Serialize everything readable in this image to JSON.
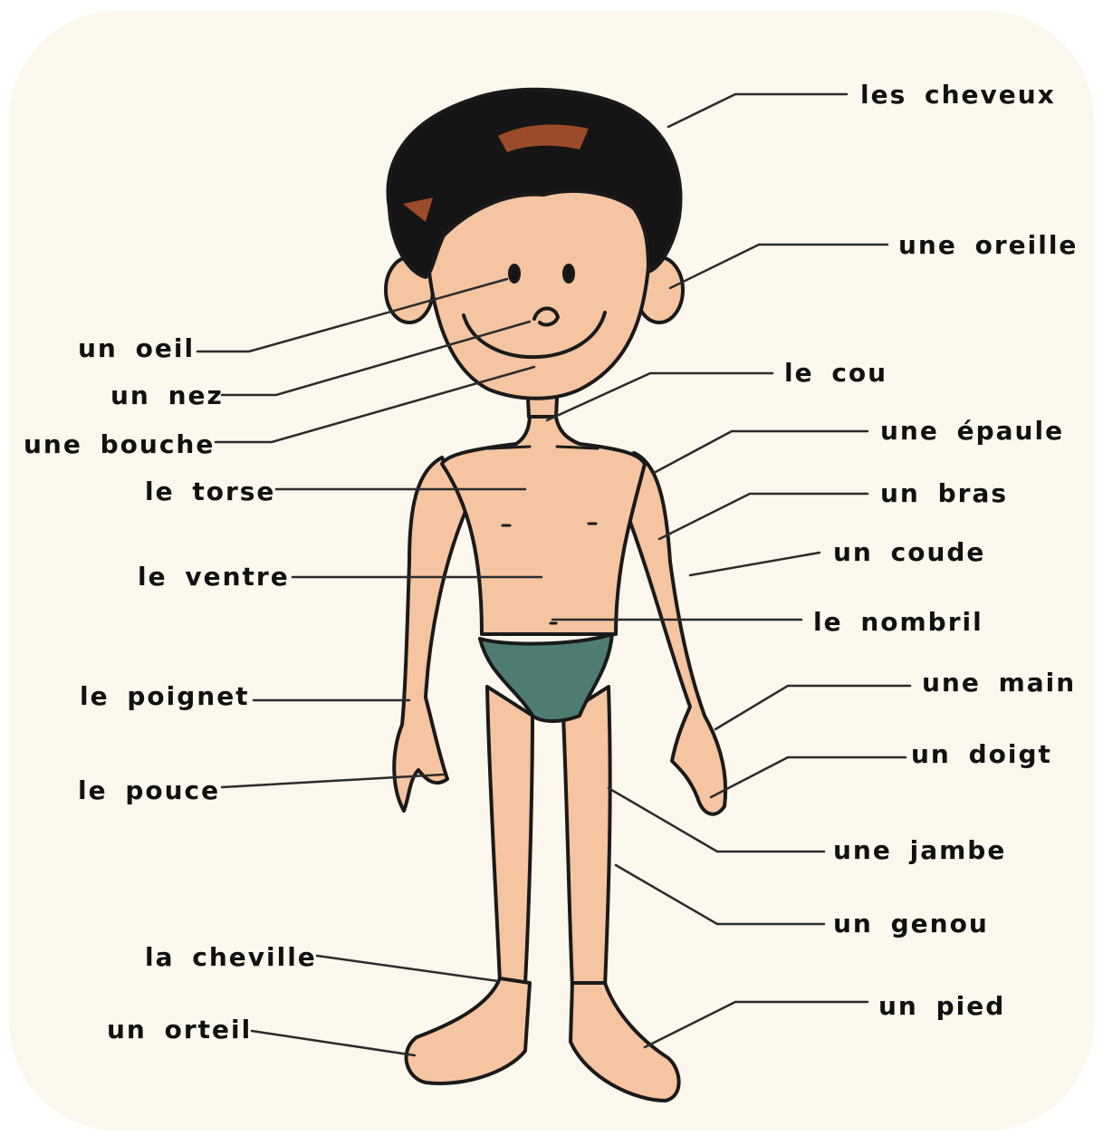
{
  "labels": {
    "cheveux": "les cheveux",
    "oreille": "une oreille",
    "oeil": "un oeil",
    "nez": "un nez",
    "bouche": "une bouche",
    "cou": "le cou",
    "epaule": "une épaule",
    "torse": "le torse",
    "bras": "un bras",
    "coude": "un coude",
    "ventre": "le ventre",
    "nombril": "le nombril",
    "poignet": "le poignet",
    "main": "une main",
    "pouce": "le pouce",
    "doigt": "un doigt",
    "jambe": "une jambe",
    "genou": "un genou",
    "cheville": "la cheville",
    "pied": "un pied",
    "orteil": "un orteil"
  },
  "colors": {
    "background": "#fbf7ec",
    "skin": "#f5c4a0",
    "hair": "#151515",
    "hair_highlight": "#9b4a2a",
    "underwear": "#4f7c72",
    "outline": "#1a1a1a",
    "leader_line": "#2b2b2b"
  }
}
